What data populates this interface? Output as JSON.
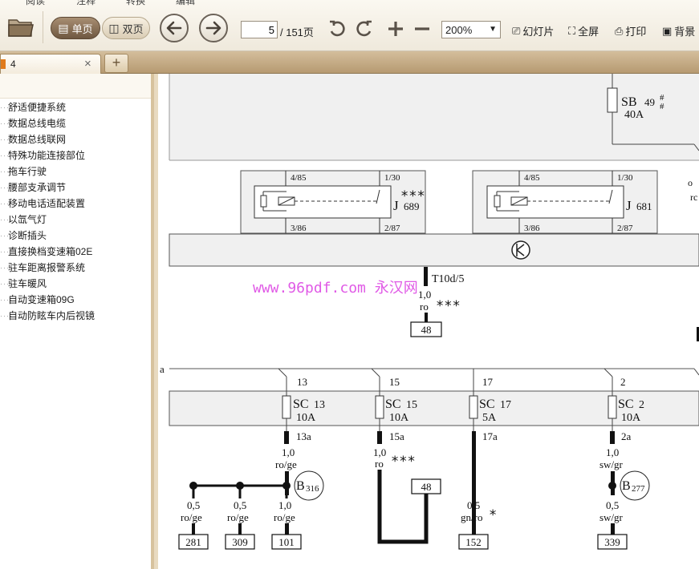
{
  "toolbar": {
    "menu_remnants": [
      "阅读",
      "注释",
      "转换",
      "编辑"
    ],
    "view_single": "单页",
    "view_double": "双页",
    "page_current": "5",
    "page_total": "/ 151页",
    "zoom": "200%",
    "slideshow": "幻灯片",
    "fullscreen": "全屏",
    "print": "打印",
    "background": "背景"
  },
  "tab": {
    "label": "4",
    "close": "×",
    "new": "+"
  },
  "sidebar": {
    "items": [
      "舒适便捷系统",
      "数据总线电缆",
      "数据总线联网",
      "特殊功能连接部位",
      "拖车行驶",
      "腰部支承调节",
      "移动电话适配装置",
      "以氙气灯",
      "诊断插头",
      "直接换档变速箱02E",
      "驻车距离报警系统",
      "驻车暖风",
      "自动变速箱09G",
      "自动防眩车内后视镜"
    ]
  },
  "diagram": {
    "watermark": "www.96pdf.com 永汉网",
    "fuse_sb": {
      "label": "SB",
      "num": "49",
      "marks": "#\n#",
      "amp": "40A"
    },
    "relays": [
      {
        "name": "J",
        "num": "689",
        "marks": "***",
        "pin_tl": "4/85",
        "pin_tr": "1/30",
        "pin_bl": "3/86",
        "pin_br": "2/87"
      },
      {
        "name": "J",
        "num": "681",
        "marks": "",
        "pin_tl": "4/85",
        "pin_tr": "1/30",
        "pin_bl": "3/86",
        "pin_br": "2/87"
      }
    ],
    "right_cut_texts": [
      "o",
      "rc"
    ],
    "connector": "T10d/5",
    "wire_t10": {
      "size": "1,0",
      "color": "ro",
      "marks": "***",
      "dest": "48"
    },
    "left_line_label": "a",
    "fuses": [
      {
        "top": "13",
        "label": "SC",
        "num": "13",
        "amp": "10A",
        "pin": "13a",
        "size": "1,0",
        "color": "ro/ge"
      },
      {
        "top": "15",
        "label": "SC",
        "num": "15",
        "amp": "10A",
        "pin": "15a",
        "size": "1,0",
        "color": "ro",
        "marks": "***",
        "dest": "48"
      },
      {
        "top": "17",
        "label": "SC",
        "num": "17",
        "amp": "5A",
        "pin": "17a",
        "size": "0,5",
        "color": "gn/ro",
        "marks": "*",
        "dest": "152"
      },
      {
        "top": "2",
        "label": "SC",
        "num": "2",
        "amp": "10A",
        "pin": "2a",
        "size": "1,0",
        "color": "sw/gr"
      }
    ],
    "splices": [
      {
        "name": "B",
        "num": "316"
      },
      {
        "name": "B",
        "num": "277"
      }
    ],
    "branches": [
      {
        "size": "0,5",
        "color": "ro/ge",
        "dest": "281"
      },
      {
        "size": "0,5",
        "color": "ro/ge",
        "dest": "309"
      },
      {
        "size": "1,0",
        "color": "ro/ge",
        "dest": "101"
      },
      {
        "size": "0,5",
        "color": "sw/gr",
        "dest": "339"
      }
    ]
  }
}
